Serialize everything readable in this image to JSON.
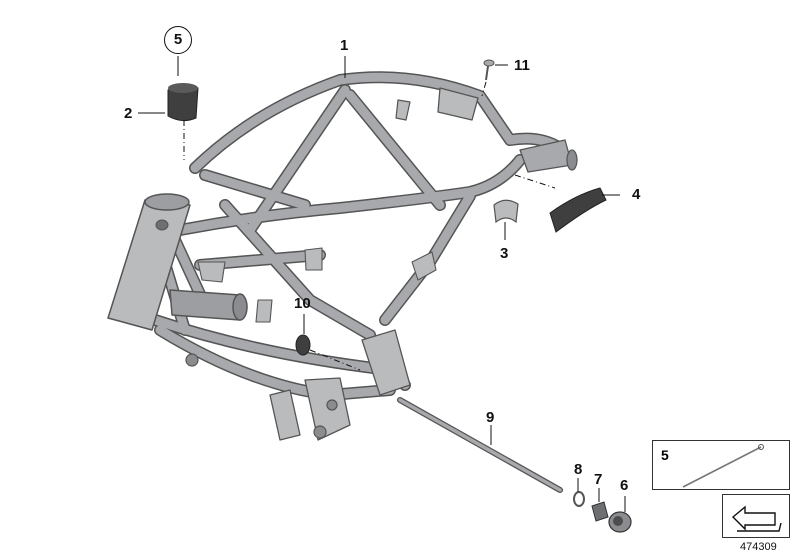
{
  "diagram": {
    "callouts": {
      "c1": "1",
      "c2": "2",
      "c3": "3",
      "c4": "4",
      "c5": "5",
      "c6": "6",
      "c7": "7",
      "c8": "8",
      "c9": "9",
      "c10": "10",
      "c11": "11"
    },
    "inset_label": "5",
    "diagram_id": "474309"
  },
  "colors": {
    "frame": "#a7a9ac",
    "frame_edge": "#555555",
    "dark_part": "#3f3f3f",
    "line": "#111111"
  }
}
